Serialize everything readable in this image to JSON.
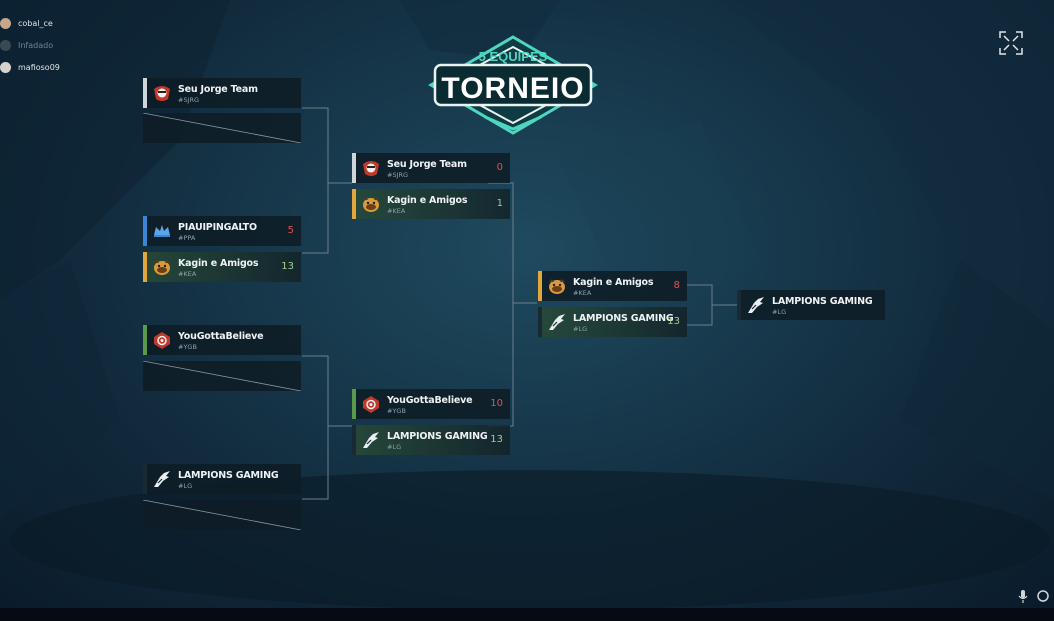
{
  "party": [
    {
      "name": "cobal_ce",
      "status": "online"
    },
    {
      "name": "Infadado",
      "status": "offline"
    },
    {
      "name": "mafioso09",
      "status": "online"
    }
  ],
  "tournament": {
    "subtitle": "5 EQUIPES",
    "title": "TORNEIO"
  },
  "bracket": {
    "round1": [
      {
        "team": "Seu Jorge Team",
        "tag": "#SJRG",
        "accent": "#cfd6da",
        "icon": "sjrg-logo-icon"
      },
      {
        "team": "PIAUIPINGALTO",
        "tag": "#PPA",
        "score": "5",
        "result": "lose",
        "accent": "#3a86d6",
        "icon": "crown-logo-icon"
      },
      {
        "team": "Kagin e Amigos",
        "tag": "#KEA",
        "score": "13",
        "result": "win",
        "accent": "#e1a63c",
        "icon": "bulldog-logo-icon"
      },
      {
        "team": "YouGottaBelieve",
        "tag": "#YGB",
        "accent": "#5a9a4c",
        "icon": "ygb-logo-icon"
      },
      {
        "team": "LAMPIONS GAMING",
        "tag": "#LG",
        "accent": "#1a2a34",
        "icon": "lampions-logo-icon"
      }
    ],
    "round2": [
      {
        "team": "Seu Jorge Team",
        "tag": "#SJRG",
        "score": "0",
        "result": "lose",
        "accent": "#cfd6da",
        "icon": "sjrg-logo-icon"
      },
      {
        "team": "Kagin e Amigos",
        "tag": "#KEA",
        "score": "1",
        "result": "win",
        "accent": "#e1a63c",
        "icon": "bulldog-logo-icon"
      },
      {
        "team": "YouGottaBelieve",
        "tag": "#YGB",
        "score": "10",
        "result": "lose",
        "accent": "#5a9a4c",
        "icon": "ygb-logo-icon"
      },
      {
        "team": "LAMPIONS GAMING",
        "tag": "#LG",
        "score": "13",
        "result": "win",
        "accent": "#1a2a34",
        "icon": "lampions-logo-icon"
      }
    ],
    "semifinal": [
      {
        "team": "Kagin e Amigos",
        "tag": "#KEA",
        "score": "8",
        "result": "lose",
        "accent": "#e1a63c",
        "icon": "bulldog-logo-icon"
      },
      {
        "team": "LAMPIONS GAMING",
        "tag": "#LG",
        "score": "13",
        "result": "win",
        "accent": "#1a2a34",
        "icon": "lampions-logo-icon"
      }
    ],
    "champion": {
      "team": "LAMPIONS GAMING",
      "tag": "#LG",
      "accent": "#1a2a34",
      "icon": "lampions-logo-icon"
    }
  },
  "colors": {
    "win_score": "#9fd08c",
    "lose_score": "#e4504a",
    "accent_logo": "#4fd6c0"
  }
}
